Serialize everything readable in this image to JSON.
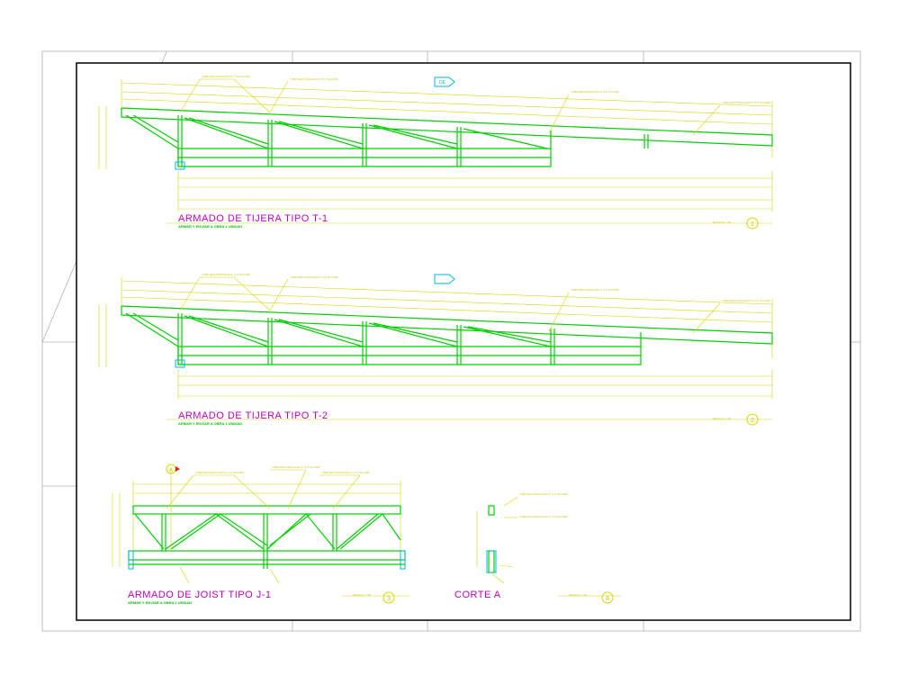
{
  "views": [
    {
      "title": "ARMADO DE TIJERA TIPO T-1",
      "subtitle": "ARMAR Y ENVIAR A OBRA 1 UNIDAD",
      "number": "1",
      "scale": "ESCALA 1 : 50"
    },
    {
      "title": "ARMADO DE TIJERA TIPO T-2",
      "subtitle": "ARMAR Y ENVIAR A OBRA 1 UNIDAD",
      "number": "2",
      "scale": "ESCALA 1 : 50"
    },
    {
      "title": "ARMADO DE JOIST TIPO J-1",
      "subtitle": "ARMAR Y ENVIAR A OBRA 1 UNIDAD",
      "number": "3",
      "scale": "ESCALA 1 : 50"
    },
    {
      "title": "CORTE A",
      "subtitle": "",
      "number": "A",
      "scale": "ESCALA 1 : 20"
    }
  ],
  "section_marker": "A",
  "colors": {
    "frame": "#000000",
    "sheet": "#b0b0b0",
    "structure": "#00d000",
    "dimensions": "#d6d600",
    "titles": "#c000c0",
    "plates": "#00b8d8"
  }
}
